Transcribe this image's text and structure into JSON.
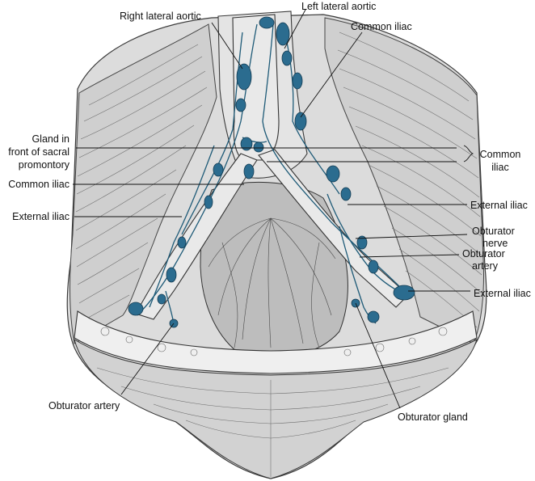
{
  "figure": {
    "labels": {
      "right_lateral_aortic": "Right lateral aortic",
      "left_lateral_aortic": "Left lateral aortic",
      "common_iliac_top": "Common iliac",
      "gland_sacral_1": "Gland in",
      "gland_sacral_2": "front of sacral",
      "gland_sacral_3": "promontory",
      "common_iliac_brace_1": "Common",
      "common_iliac_brace_2": "iliac",
      "common_iliac_left": "Common iliac",
      "external_iliac_right": "External iliac",
      "external_iliac_left": "External iliac",
      "obturator_nerve_1": "Obturator",
      "obturator_nerve_2": "nerve",
      "obturator_artery_right_1": "Obturator",
      "obturator_artery_right_2": "artery",
      "external_iliac_lower": "External iliac",
      "obturator_artery_bottom": "Obturator artery",
      "obturator_gland": "Obturator gland"
    },
    "colors": {
      "lymph_blue": "#2b6c8f",
      "ink": "#111111",
      "paper": "#ffffff"
    }
  }
}
